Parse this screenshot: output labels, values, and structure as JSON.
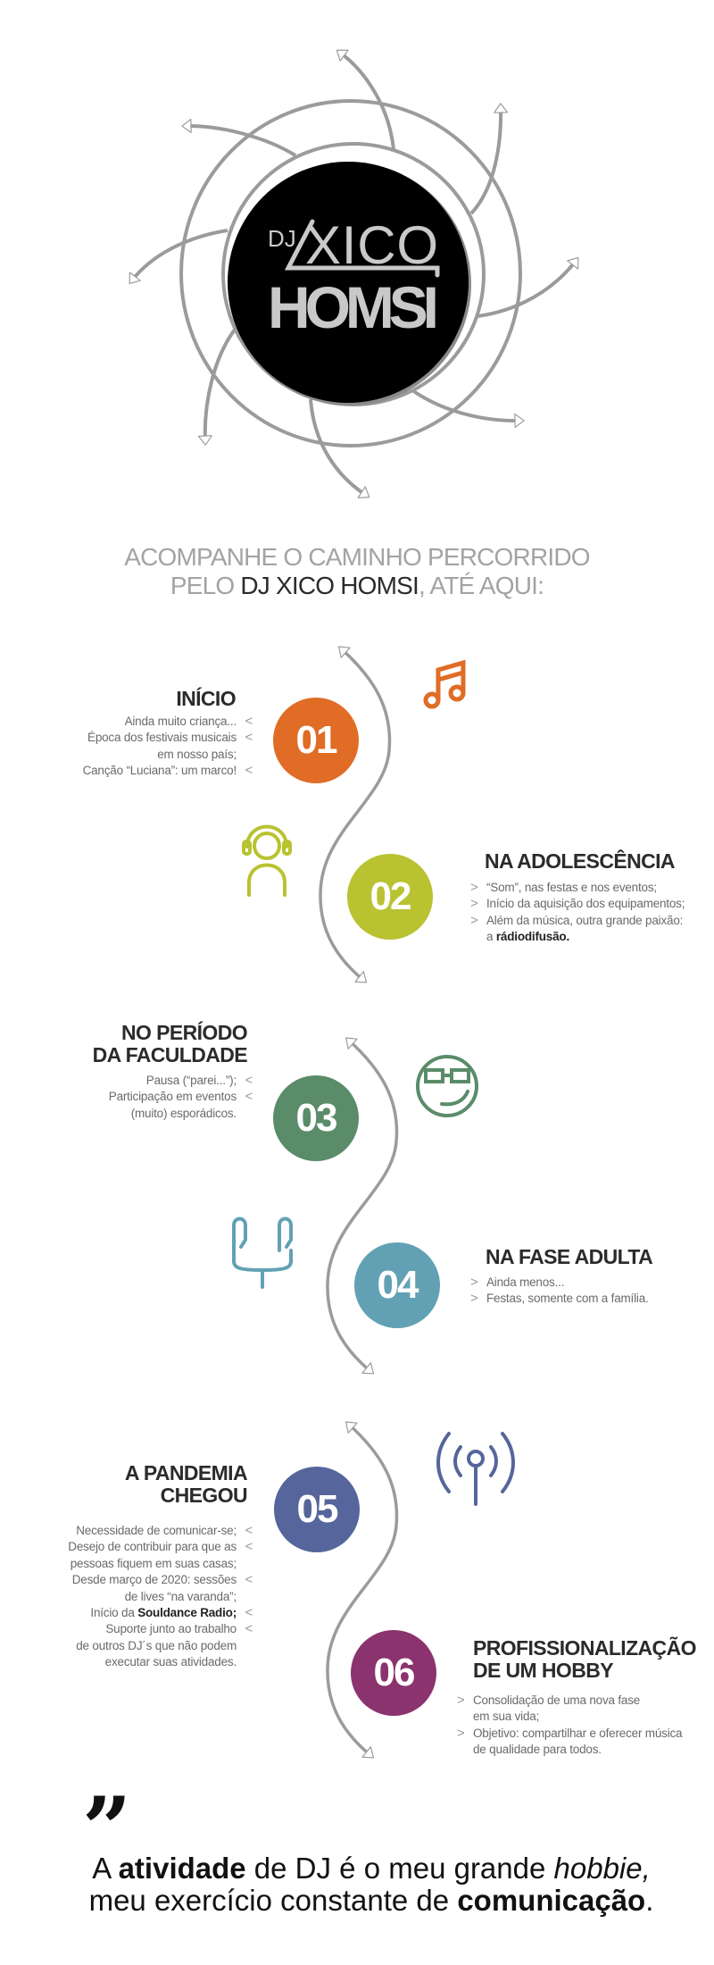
{
  "logo": {
    "dj": "DJ",
    "name1": "XICO",
    "name2": "HOMSI"
  },
  "heading": {
    "line1": "ACOMPANHE O CAMINHO PERCORRIDO",
    "line2_pre": "PELO ",
    "line2_highlight": "DJ XICO HOMSI",
    "line2_post": ", ATÉ AQUI:"
  },
  "colors": {
    "c01": "#e06c26",
    "c02": "#b9c230",
    "c03": "#5a8c69",
    "c04": "#62a1b4",
    "c05": "#56659b",
    "c06": "#8b336e",
    "curve": "#9b9b9b",
    "logo_gray": "#9b9b9b"
  },
  "milestones": [
    {
      "number": "01",
      "title": "INÍCIO",
      "icon": "music-note-icon",
      "items": [
        {
          "text": "Ainda muito criança..."
        },
        {
          "text": "Época dos festivais musicais\nem nosso país;"
        },
        {
          "text": "Canção “Luciana”: um marco!"
        }
      ]
    },
    {
      "number": "02",
      "title": "NA ADOLESCÊNCIA",
      "icon": "headphones-person-icon",
      "items": [
        {
          "text": "“Som”, nas festas e nos eventos;"
        },
        {
          "text": "Início da aquisição dos equipamentos;"
        },
        {
          "text": "Além da música, outra grande paixão:\na ",
          "strong": "rádiodifusão."
        }
      ]
    },
    {
      "number": "03",
      "title": "NO PERÍODO\nDA FACULDADE",
      "icon": "nerd-smiley-icon",
      "items": [
        {
          "text": "Pausa (“parei...”);"
        },
        {
          "text": "Participação em eventos\n(muito) esporádicos."
        }
      ]
    },
    {
      "number": "04",
      "title": "NA FASE ADULTA",
      "icon": "earphones-icon",
      "items": [
        {
          "text": "Ainda menos..."
        },
        {
          "text": "Festas, somente com a família."
        }
      ]
    },
    {
      "number": "05",
      "title": "A PANDEMIA\nCHEGOU",
      "icon": "radio-antenna-icon",
      "items": [
        {
          "text": "Necessidade de comunicar-se;"
        },
        {
          "text": "Desejo de contribuir para que as\npessoas fiquem em suas casas;"
        },
        {
          "text": "Desde março de 2020: sessões\nde lives “na varanda”;"
        },
        {
          "text": "Início da ",
          "strong": "Souldance Radio;"
        },
        {
          "text": "Suporte junto ao trabalho\nde outros DJ´s que não podem\nexecutar suas atividades."
        }
      ]
    },
    {
      "number": "06",
      "title": "PROFISSIONALIZAÇÃO\nDE UM HOBBY",
      "icon": "",
      "items": [
        {
          "text": "Consolidação de uma nova fase\nem sua vida;"
        },
        {
          "text": "Objetivo: compartilhar e oferecer música\nde qualidade para todos."
        }
      ]
    }
  ],
  "bullet_left": "<",
  "bullet_right": ">",
  "quote": {
    "mark": "”",
    "l1_a": "A ",
    "l1_b": "atividade",
    "l1_c": " de DJ é o meu grande ",
    "l1_d": "hobbie,",
    "l2_a": "meu exercício constante de ",
    "l2_b": "comunicação",
    "l2_c": "."
  }
}
